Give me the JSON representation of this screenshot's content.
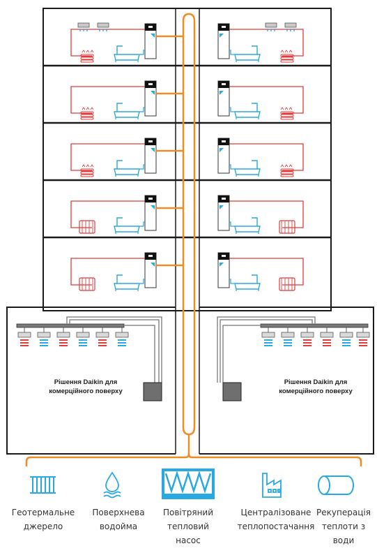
{
  "commercial": {
    "left_line1": "Рішення Daikin для",
    "left_line2": "комерційного поверху",
    "right_line1": "Рішення Daikin для",
    "right_line2": "комерційного поверху"
  },
  "sources": [
    {
      "icon": "radiator-icon",
      "lines": [
        "Геотермальне",
        "джерело"
      ]
    },
    {
      "icon": "water-drop-icon",
      "lines": [
        "Поверхнева",
        "водойма"
      ]
    },
    {
      "icon": "air-heat-pump-icon",
      "lines": [
        "Повітряний",
        "тепловий",
        "насос"
      ]
    },
    {
      "icon": "factory-icon",
      "lines": [
        "Централізоване",
        "теплопостачання"
      ]
    },
    {
      "icon": "pipe-cylinder-icon",
      "lines": [
        "Рекуперація",
        "теплоти з",
        "води"
      ]
    }
  ],
  "colors": {
    "loop": "#f08a24",
    "heating": "#e23b3b",
    "water": "#29a9e1",
    "frame": "#1a1a1a",
    "source_icon": "#29a9e1"
  }
}
